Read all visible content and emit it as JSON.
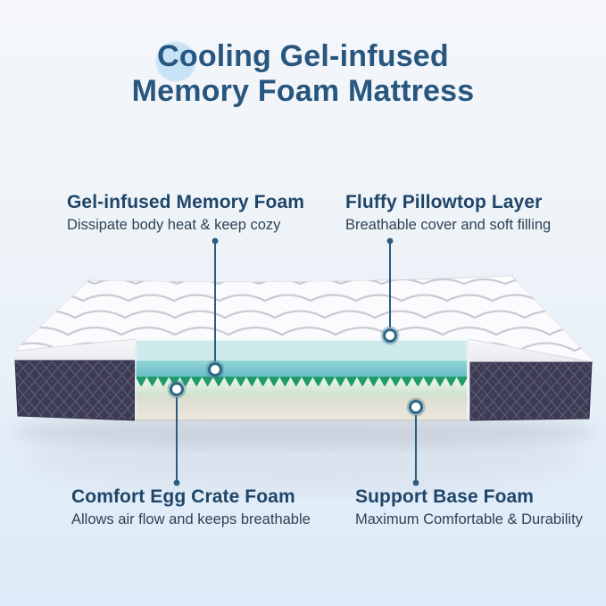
{
  "title": {
    "line1": "Cooling Gel-infused",
    "line2": "Memory Foam Mattress"
  },
  "callouts": {
    "gel": {
      "heading": "Gel-infused Memory Foam",
      "description": "Dissipate body heat & keep cozy"
    },
    "pillowtop": {
      "heading": "Fluffy Pillowtop Layer",
      "description": "Breathable cover and soft filling"
    },
    "eggcrate": {
      "heading": "Comfort Egg Crate Foam",
      "description": "Allows air flow and keeps breathable"
    },
    "base": {
      "heading": "Support Base Foam",
      "description": "Maximum Comfortable & Durability"
    }
  },
  "colors": {
    "title_text": "#27567f",
    "heading_text": "#1f4569",
    "description_text": "#2f4255",
    "leader_line": "#2b5c80",
    "background_top": "#f4f6fa",
    "background_bottom": "#dcebf7",
    "accent_circle_blue": "#c8e2f5",
    "layer_pale_cyan": "#cfeaec",
    "layer_teal": "#6ec1c7",
    "layer_egg_green": "#1e9a6b",
    "layer_base_cream": "#e9e6db",
    "side_panel_navy": "#3c3b53",
    "pillowtop_white": "#fbfbfd"
  }
}
